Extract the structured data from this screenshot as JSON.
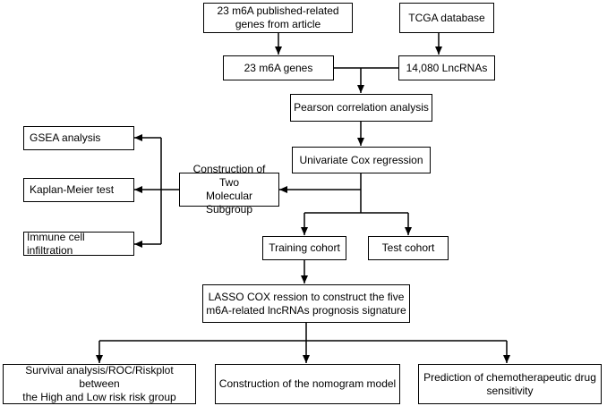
{
  "nodes": {
    "published_genes": {
      "line1": "23 m6A published-related",
      "line2": "genes from article"
    },
    "tcga": {
      "label": "TCGA database"
    },
    "m6a_genes": {
      "label": "23 m6A genes"
    },
    "lncrnas": {
      "label": "14,080 LncRNAs"
    },
    "pearson": {
      "label": "Pearson correlation analysis"
    },
    "univariate": {
      "label": "Univariate Cox regression"
    },
    "subgroup": {
      "line1": "Construction of Two",
      "line2": "Molecular Subgroup"
    },
    "gsea": {
      "label": "GSEA analysis"
    },
    "kaplan": {
      "label": "Kaplan-Meier test"
    },
    "immune": {
      "label": "Immune cell infiltration"
    },
    "training": {
      "label": "Training cohort"
    },
    "test": {
      "label": "Test cohort"
    },
    "lasso": {
      "line1": "LASSO COX ression to construct the five",
      "line2": "m6A-related lncRNAs prognosis signature"
    },
    "survival": {
      "line1": "Survival analysis/ROC/Riskplot between",
      "line2": "the High and Low risk risk group"
    },
    "nomogram": {
      "label": "Construction of the nomogram model"
    },
    "chemo": {
      "line1": "Prediction of chemotherapeutic drug",
      "line2": "sensitivity"
    }
  }
}
